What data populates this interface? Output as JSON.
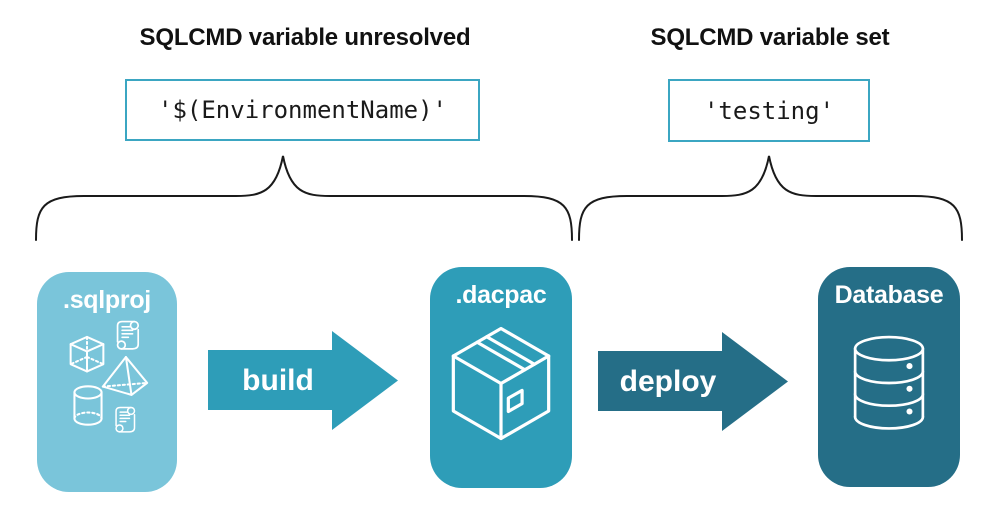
{
  "annotations": {
    "left": {
      "heading": "SQLCMD variable unresolved",
      "code": "'$(EnvironmentName)'"
    },
    "right": {
      "heading": "SQLCMD variable set",
      "code": "'testing'"
    }
  },
  "pipeline": {
    "stages": [
      {
        "label": ".sqlproj",
        "icon": "sql-project-objects-icon",
        "color": "#7AC5DA"
      },
      {
        "label": ".dacpac",
        "icon": "package-icon",
        "color": "#2E9DB8"
      },
      {
        "label": "Database",
        "icon": "database-icon",
        "color": "#256E87"
      }
    ],
    "arrows": [
      {
        "label": "build",
        "color": "#2E9DB8"
      },
      {
        "label": "deploy",
        "color": "#256E87"
      }
    ]
  },
  "colors": {
    "light_blue": "#7AC5DA",
    "teal": "#2E9DB8",
    "dark_teal": "#256E87",
    "code_box_border": "#3BA6C2",
    "brace_stroke": "#1a1a1a",
    "text": "#111111",
    "icon_stroke": "#ffffff",
    "background": "#ffffff"
  }
}
